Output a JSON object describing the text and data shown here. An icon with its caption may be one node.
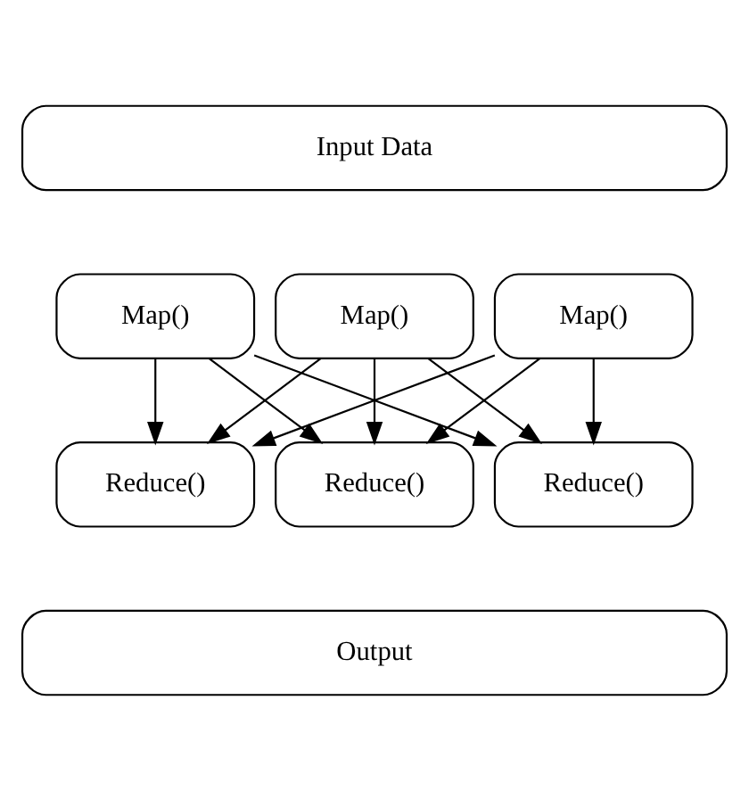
{
  "diagram": {
    "nodes": [
      {
        "text": [
          "Input Data"
        ]
      },
      {
        "text": [
          "Map()"
        ]
      },
      {
        "text": [
          "Map()"
        ]
      },
      {
        "text": [
          "Map()"
        ]
      },
      {
        "text": [
          "Reduce()"
        ]
      },
      {
        "text": [
          "Reduce()"
        ]
      },
      {
        "text": [
          "Reduce()"
        ]
      },
      {
        "text": [
          "Output"
        ]
      }
    ],
    "edges": [
      {
        "from": 1,
        "to": 4,
        "arrow": "to"
      },
      {
        "from": 1,
        "to": 5,
        "arrow": "to"
      },
      {
        "from": 1,
        "to": 6,
        "arrow": "to"
      },
      {
        "from": 2,
        "to": 4,
        "arrow": "to"
      },
      {
        "from": 2,
        "to": 5,
        "arrow": "to"
      },
      {
        "from": 2,
        "to": 6,
        "arrow": "to"
      },
      {
        "from": 3,
        "to": 4,
        "arrow": "to"
      },
      {
        "from": 3,
        "to": 5,
        "arrow": "to"
      },
      {
        "from": 3,
        "to": 6,
        "arrow": "to"
      }
    ]
  }
}
